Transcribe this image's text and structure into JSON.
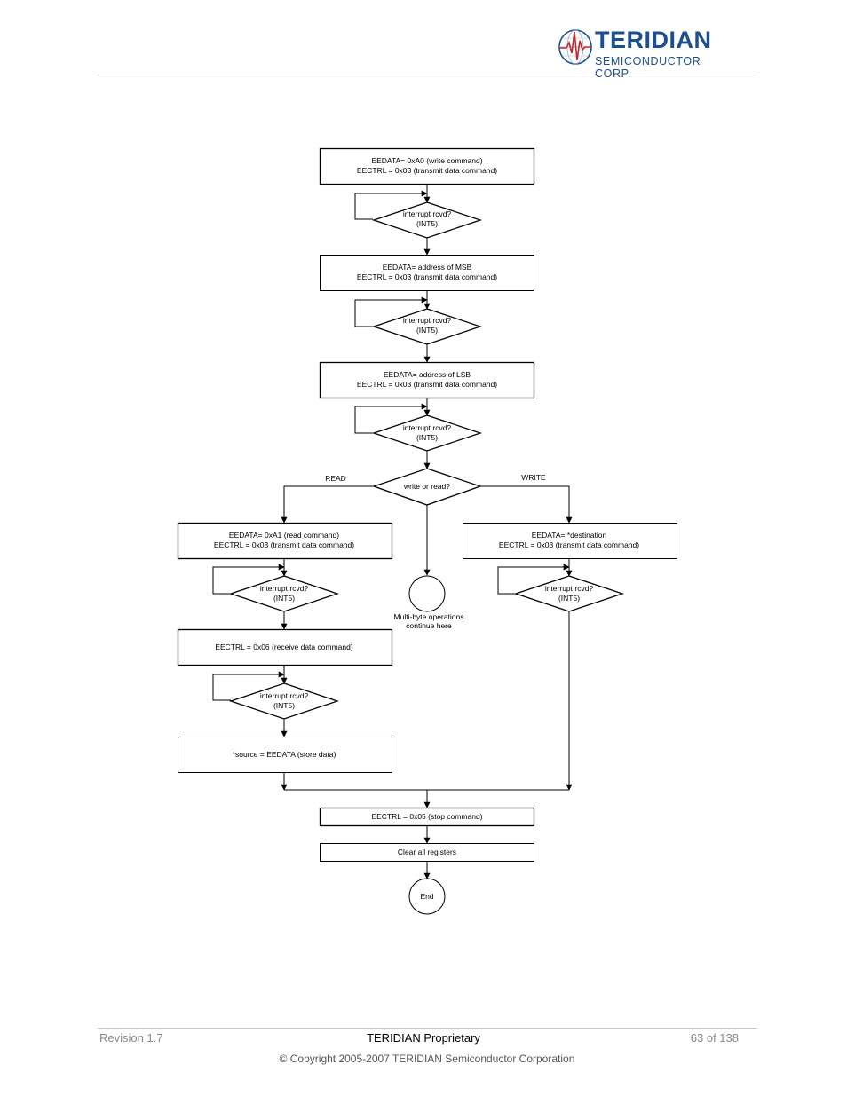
{
  "header": {
    "logo": {
      "wordmark": "TERIDIAN",
      "subtitle": "SEMICONDUCTOR CORP.",
      "icon": "teridian-globe-logo",
      "brand_color": "#1b4f92"
    }
  },
  "flowchart": {
    "write_cmd": {
      "line1": "EEDATA= 0xA0 (write command)",
      "line2": "EECTRL = 0x03 (transmit data command)"
    },
    "int_check_1": {
      "line1": "interrupt rcvd?",
      "line2": "(INT5)"
    },
    "addr_msb": {
      "line1": "EEDATA= address of MSB",
      "line2": "EECTRL = 0x03 (transmit data command)"
    },
    "int_check_2": {
      "line1": "interrupt rcvd?",
      "line2": "(INT5)"
    },
    "addr_lsb": {
      "line1": "EEDATA= address of LSB",
      "line2": "EECTRL = 0x03 (transmit data command)"
    },
    "int_check_3": {
      "line1": "interrupt rcvd?",
      "line2": "(INT5)"
    },
    "decision": {
      "label": "write or read?",
      "read_label": "READ",
      "write_label": "WRITE"
    },
    "read_cmd": {
      "line1": "EEDATA= 0xA1 (read command)",
      "line2": "EECTRL = 0x03 (transmit data command)"
    },
    "int_check_read_1": {
      "line1": "interrupt rcvd?",
      "line2": "(INT5)"
    },
    "receive_cmd": {
      "line1": "EECTRL = 0x06 (receive data command)"
    },
    "int_check_read_2": {
      "line1": "interrupt rcvd?",
      "line2": "(INT5)"
    },
    "store_data": {
      "line1": "*source = EEDATA (store data)"
    },
    "multibyte": {
      "line1": "Multi-byte operations",
      "line2": "continue here"
    },
    "write_dest": {
      "line1": "EEDATA= *destination",
      "line2": "EECTRL = 0x03 (transmit data command)"
    },
    "int_check_write": {
      "line1": "interrupt rcvd?",
      "line2": "(INT5)"
    },
    "stop_cmd": {
      "line1": "EECTRL = 0x05 (stop command)"
    },
    "clear_regs": {
      "line1": "Clear all registers"
    },
    "end": {
      "label": "End"
    }
  },
  "footer": {
    "revision": "Revision 1.7",
    "proprietary": "TERIDIAN Proprietary",
    "page": "63 of 138",
    "copyright": "© Copyright 2005-2007 TERIDIAN Semiconductor Corporation"
  }
}
